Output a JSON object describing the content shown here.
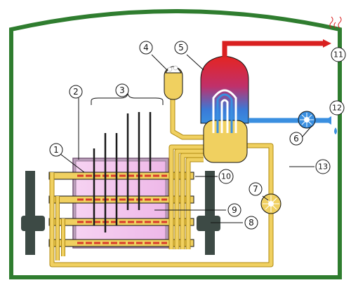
{
  "callouts": {
    "c1": "1",
    "c2": "2",
    "c3": "3",
    "c4": "4",
    "c5": "5",
    "c6": "6",
    "c7": "7",
    "c8": "8",
    "c9": "9",
    "c10": "10",
    "c11": "11",
    "c12": "12",
    "c13": "13"
  },
  "colors": {
    "containment": "#2f7d2f",
    "containment_fill": "#e8f4e0",
    "core": "#f3c6ee",
    "core_border": "#8e6a8e",
    "hot_steam": "#d92020",
    "feedwater": "#3a8fe0",
    "coolant": "#f0d060",
    "coolant_dark": "#b08a10",
    "rod": "#222222",
    "pump": "#3a8fe0"
  }
}
